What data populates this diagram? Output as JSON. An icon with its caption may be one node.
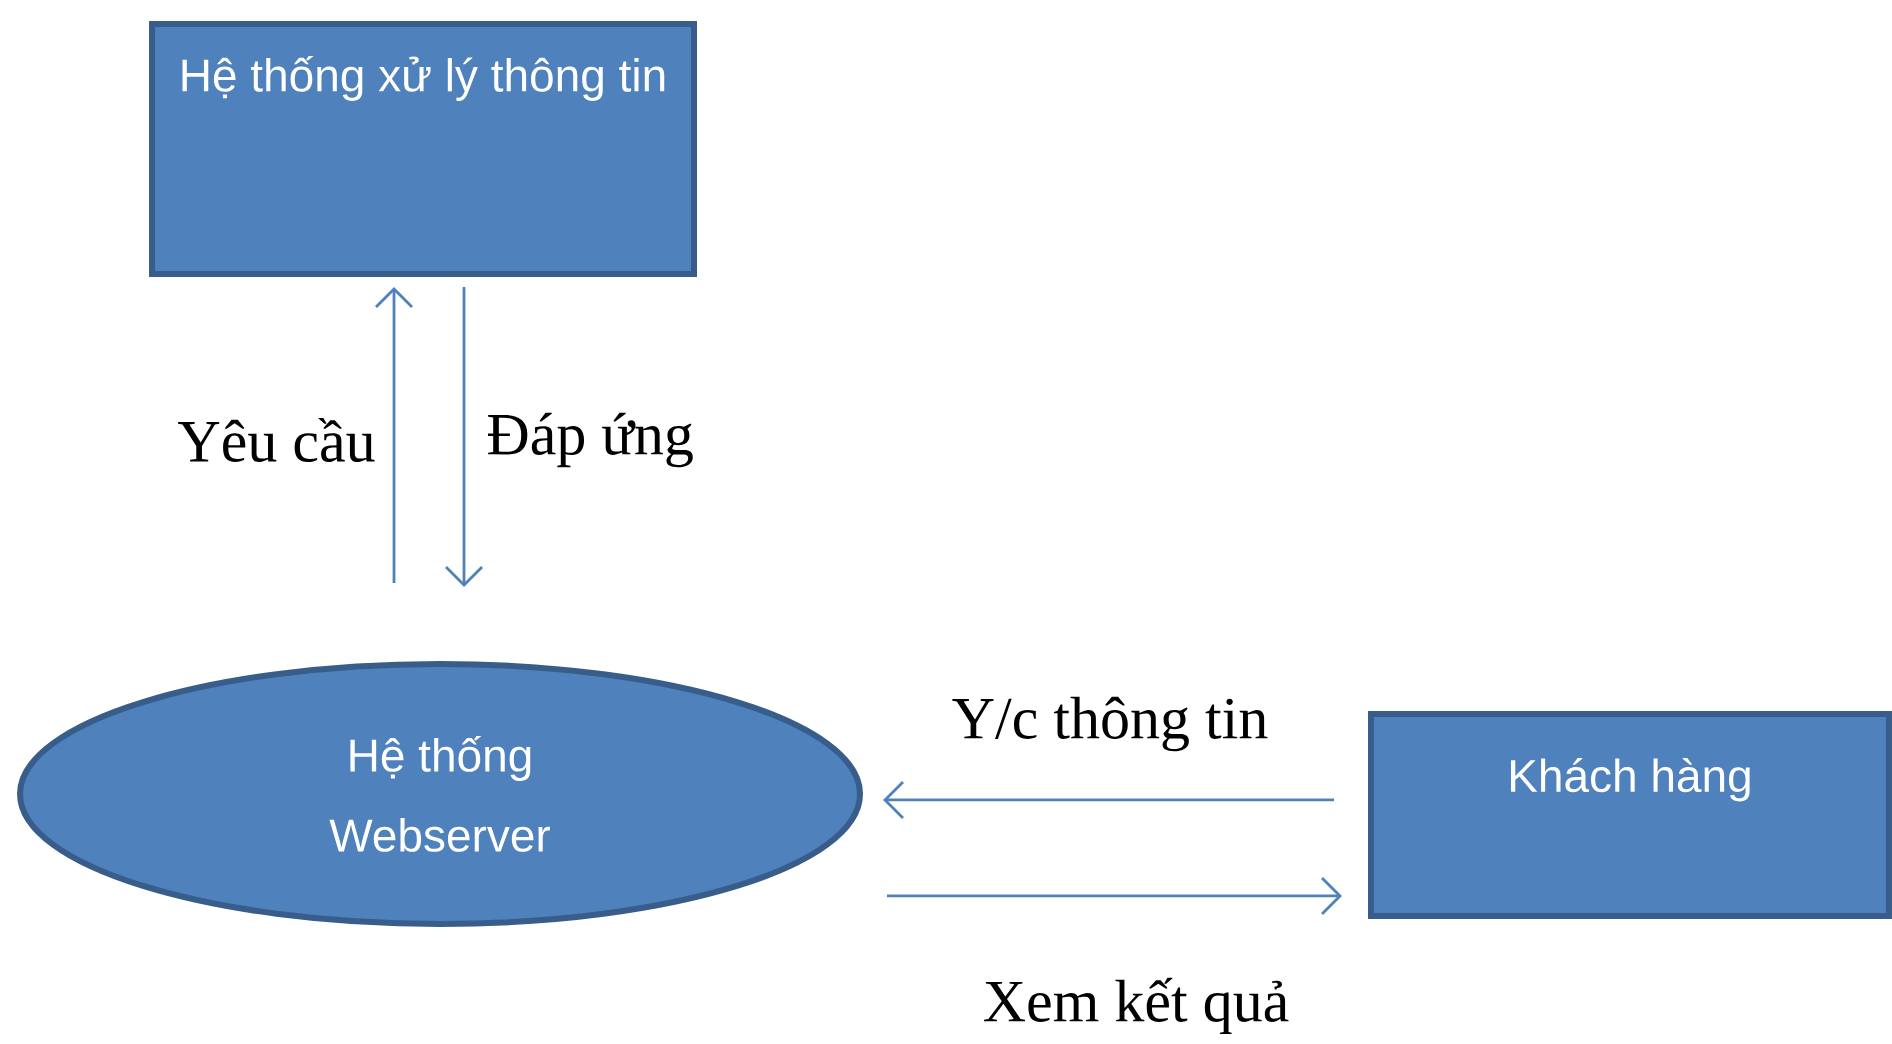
{
  "diagram": {
    "nodes": [
      {
        "text": [
          "Hệ thống xử lý thông tin"
        ]
      },
      {
        "text": [
          "Hệ thống Webserver"
        ]
      },
      {
        "text": [
          "Khách hàng"
        ]
      }
    ],
    "edges": [
      {
        "from": 1,
        "to": 0,
        "arrow": "to",
        "label": "Yêu cầu"
      },
      {
        "from": 0,
        "to": 1,
        "arrow": "to",
        "label": "Đáp ứng"
      },
      {
        "from": 2,
        "to": 1,
        "arrow": "to",
        "label": "Y/c thông tin"
      },
      {
        "from": 1,
        "to": 2,
        "arrow": "to",
        "label": "Xem kết quả"
      }
    ]
  }
}
